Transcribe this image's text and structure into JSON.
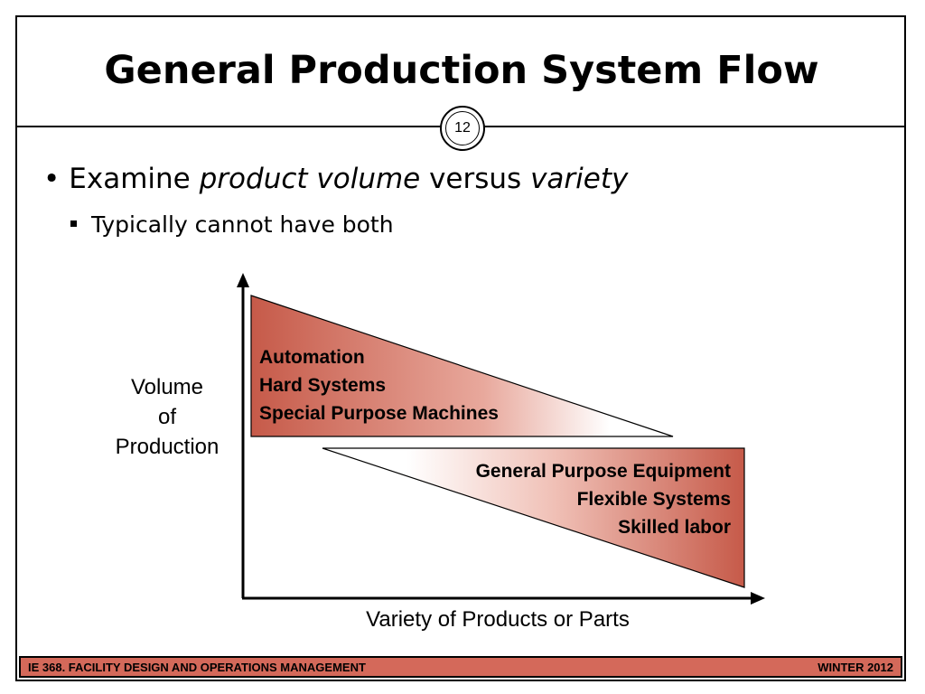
{
  "slide": {
    "title": "General Production System Flow",
    "page_number": "12"
  },
  "bullets": {
    "level1": {
      "marker": "•",
      "text_1": "Examine ",
      "em_1": "product volume",
      "text_2": " versus ",
      "em_2": "variety"
    },
    "level2": {
      "text": "Typically cannot have both"
    }
  },
  "diagram": {
    "y_axis_label_lines": [
      "Volume",
      "of",
      "Production"
    ],
    "x_axis_label": "Variety of Products or Parts",
    "high_volume_box_lines": [
      "Automation",
      "Hard Systems",
      "Special Purpose Machines"
    ],
    "high_variety_box_lines": [
      "General Purpose Equipment",
      "Flexible Systems",
      "Skilled labor"
    ],
    "colors": {
      "fill_dark": "#c65a49",
      "fill_light": "#ffffff",
      "axis": "#000000"
    }
  },
  "footer": {
    "left": "IE 368. FACILITY DESIGN AND OPERATIONS MANAGEMENT",
    "right": "WINTER 2012",
    "color": "#d4695a"
  }
}
